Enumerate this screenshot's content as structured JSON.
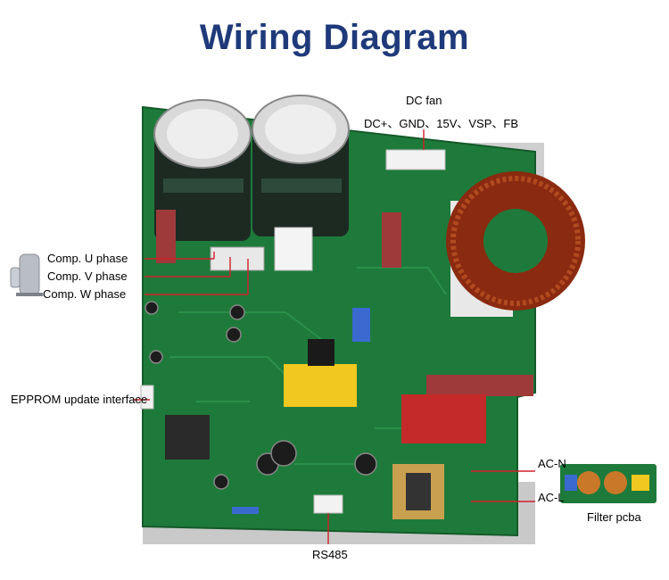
{
  "title": "Wiring Diagram",
  "labels": {
    "dc_fan": "DC fan",
    "dc_fan_pins": "DC+、GND、15V、VSP、FB",
    "comp_u": "Comp. U phase",
    "comp_v": "Comp. V phase",
    "comp_w": "Comp. W phase",
    "epprom": "EPPROM update interface",
    "ac_n": "AC-N",
    "ac_l": "AC-L",
    "filter": "Filter pcba",
    "rs485": "RS485"
  },
  "colors": {
    "title": "#1f3a7a",
    "pcb": "#1e7a3a",
    "leader": "#d0202a"
  },
  "icons": {
    "compressor": "compressor-icon",
    "capacitor": "capacitor-icon",
    "inductor": "inductor-icon"
  }
}
